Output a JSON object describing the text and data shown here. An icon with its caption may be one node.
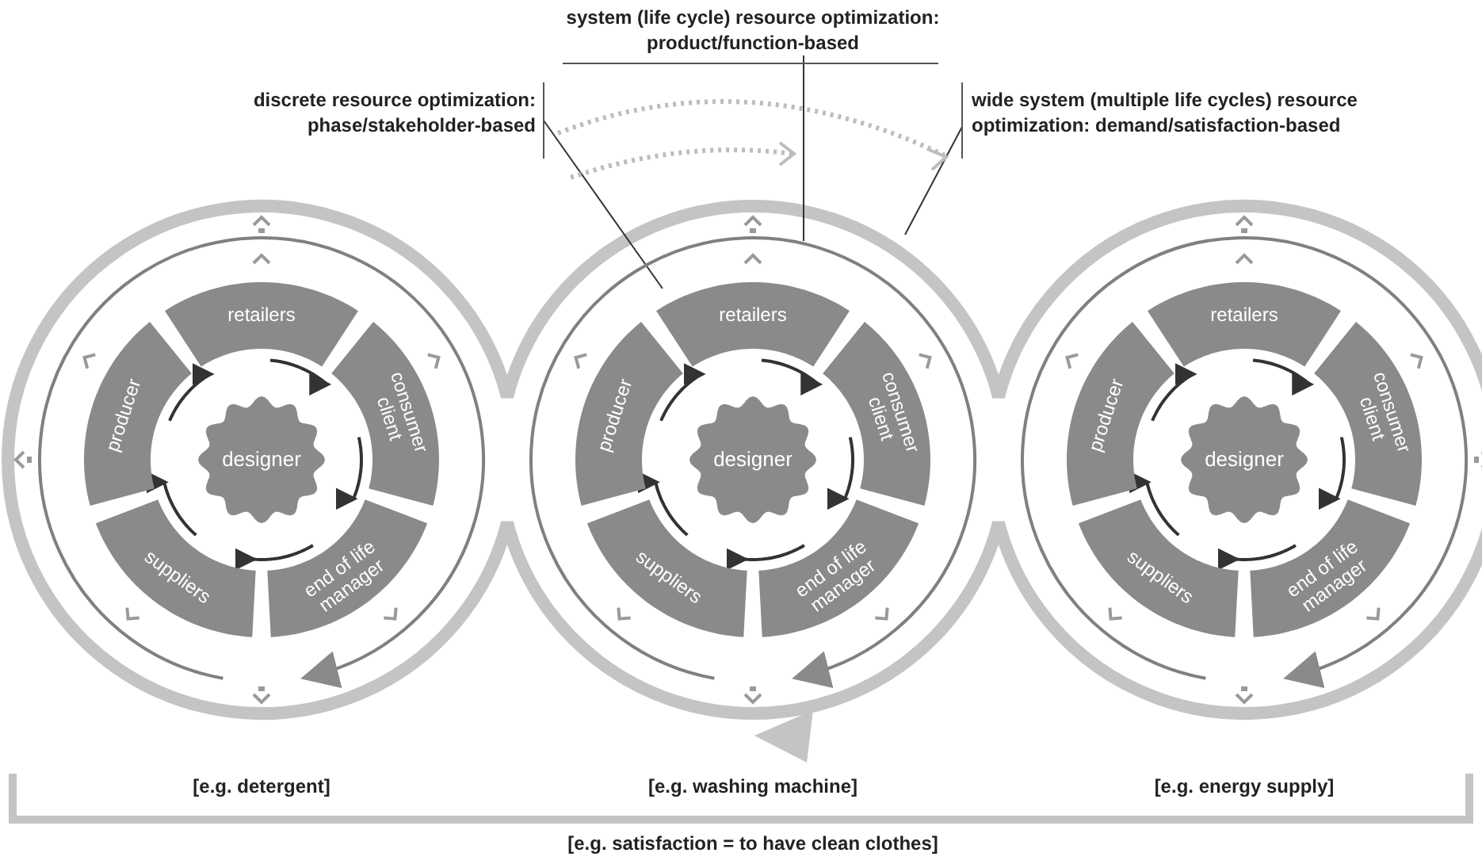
{
  "diagram": {
    "nodes": [
      {
        "text": [
          "system (life cycle) resource optimization: product/function-based"
        ]
      },
      {
        "text": [
          "discrete resource optimization: phase/stakeholder-based"
        ]
      },
      {
        "text": [
          "wide system (multiple life cycles) resource optimization: demand/satisfaction-based"
        ]
      },
      {
        "text": [
          "retailers"
        ]
      },
      {
        "text": [
          "producer"
        ]
      },
      {
        "text": [
          "designer"
        ]
      },
      {
        "text": [
          "consumer client"
        ]
      },
      {
        "text": [
          "suppliers"
        ]
      },
      {
        "text": [
          "end of life manager"
        ]
      },
      {
        "text": [
          "retailers"
        ]
      },
      {
        "text": [
          "producer"
        ]
      },
      {
        "text": [
          "designer"
        ]
      },
      {
        "text": [
          "consumer client"
        ]
      },
      {
        "text": [
          "suppliers"
        ]
      },
      {
        "text": [
          "end of life manager"
        ]
      },
      {
        "text": [
          "retailers"
        ]
      },
      {
        "text": [
          "producer"
        ]
      },
      {
        "text": [
          "designer"
        ]
      },
      {
        "text": [
          "consumer client"
        ]
      },
      {
        "text": [
          "suppliers"
        ]
      },
      {
        "text": [
          "end of life manager"
        ]
      }
    ],
    "edges": [
      {
        "from": 0,
        "to": null,
        "arrow": "none"
      },
      {
        "from": 1,
        "to": 9,
        "arrow": "none"
      },
      {
        "from": 2,
        "to": null,
        "arrow": "none"
      },
      {
        "from": 4,
        "to": 3,
        "arrow": "to"
      },
      {
        "from": 3,
        "to": 6,
        "arrow": "to"
      },
      {
        "from": 6,
        "to": 8,
        "arrow": "to"
      },
      {
        "from": 8,
        "to": 7,
        "arrow": "to"
      },
      {
        "from": 7,
        "to": 4,
        "arrow": "to"
      },
      {
        "from": 10,
        "to": 9,
        "arrow": "to"
      },
      {
        "from": 9,
        "to": 12,
        "arrow": "to"
      },
      {
        "from": 12,
        "to": 14,
        "arrow": "to"
      },
      {
        "from": 14,
        "to": 13,
        "arrow": "to"
      },
      {
        "from": 13,
        "to": 10,
        "arrow": "to"
      },
      {
        "from": 16,
        "to": 15,
        "arrow": "to"
      },
      {
        "from": 15,
        "to": 18,
        "arrow": "to"
      },
      {
        "from": 18,
        "to": 20,
        "arrow": "to"
      },
      {
        "from": 20,
        "to": 19,
        "arrow": "to"
      },
      {
        "from": 19,
        "to": 16,
        "arrow": "to"
      }
    ],
    "labels": [
      "[e.g. detergent]",
      "[e.g. washing machine]",
      "[e.g. energy supply]",
      "[e.g. satisfaction = to have clean clothes]"
    ]
  }
}
